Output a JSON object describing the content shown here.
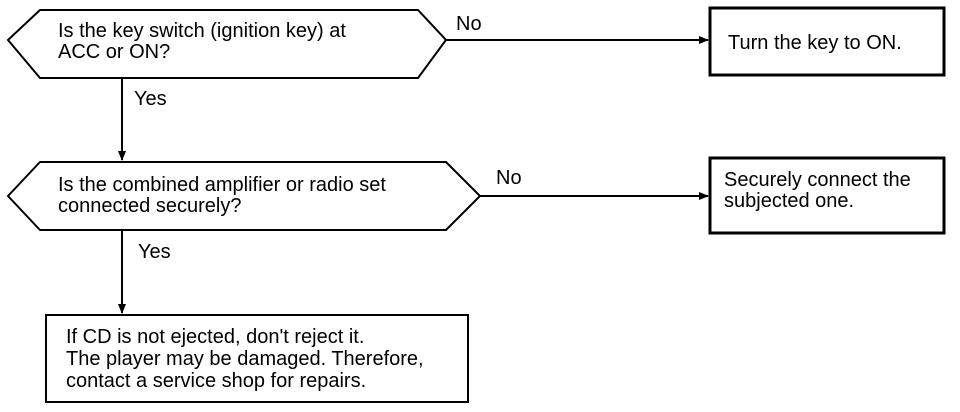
{
  "decision_1": {
    "line_1": "Is the key switch (ignition key) at",
    "line_2": "ACC or ON?",
    "no_label": "No",
    "yes_label": "Yes"
  },
  "action_1": {
    "text": "Turn the key to ON."
  },
  "decision_2": {
    "line_1": "Is the combined amplifier or radio set",
    "line_2": "connected securely?",
    "no_label": "No",
    "yes_label": "Yes"
  },
  "action_2": {
    "line_1": "Securely connect the",
    "line_2": "subjected one."
  },
  "final_box": {
    "line_1": "If CD is not ejected, don't reject it.",
    "line_2": "The player may be damaged. Therefore,",
    "line_3": "contact a service shop for repairs."
  }
}
